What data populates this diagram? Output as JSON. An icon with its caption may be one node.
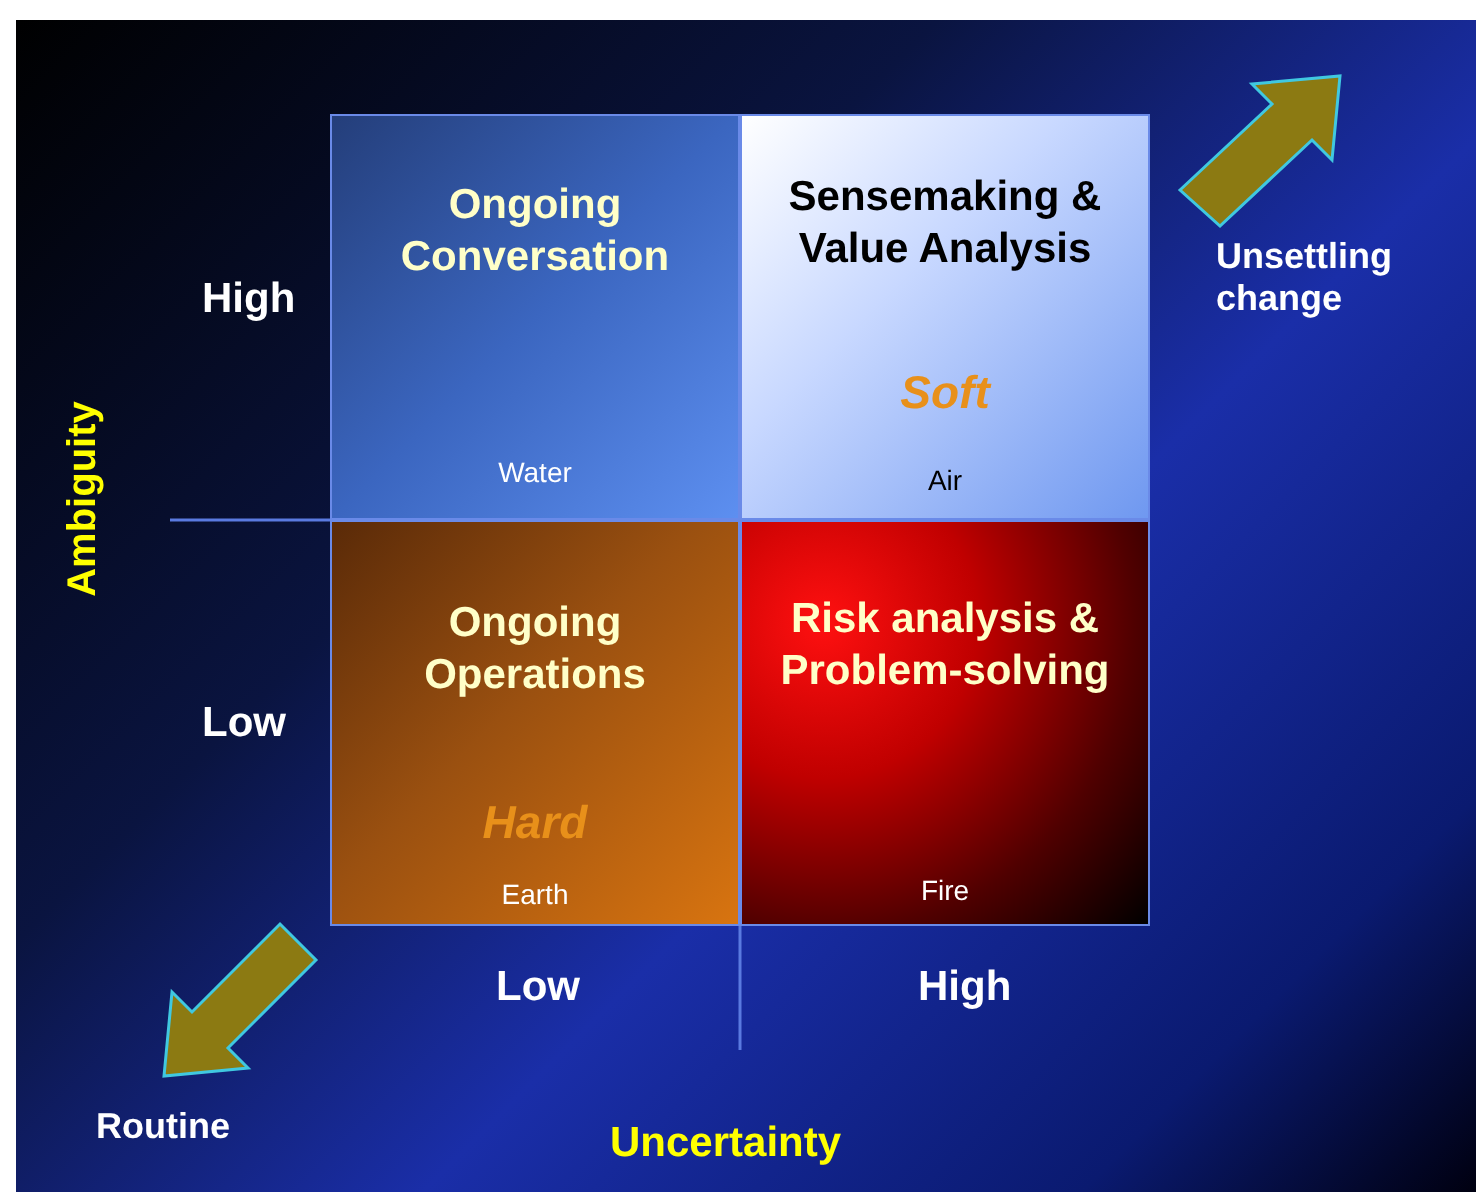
{
  "diagram": {
    "nodes": [
      {
        "text": [
          "Ongoing Conversation",
          "Water"
        ]
      },
      {
        "text": [
          "Sensemaking & Value Analysis",
          "Soft",
          "Air"
        ]
      },
      {
        "text": [
          "Ongoing Operations",
          "Hard",
          "Earth"
        ]
      },
      {
        "text": [
          "Risk analysis & Problem-solving",
          "Fire"
        ]
      }
    ],
    "labels": [
      "Unsettling change",
      "High",
      "Ambiguity",
      "Low",
      "Low",
      "High",
      "Routine",
      "Uncertainty"
    ]
  }
}
